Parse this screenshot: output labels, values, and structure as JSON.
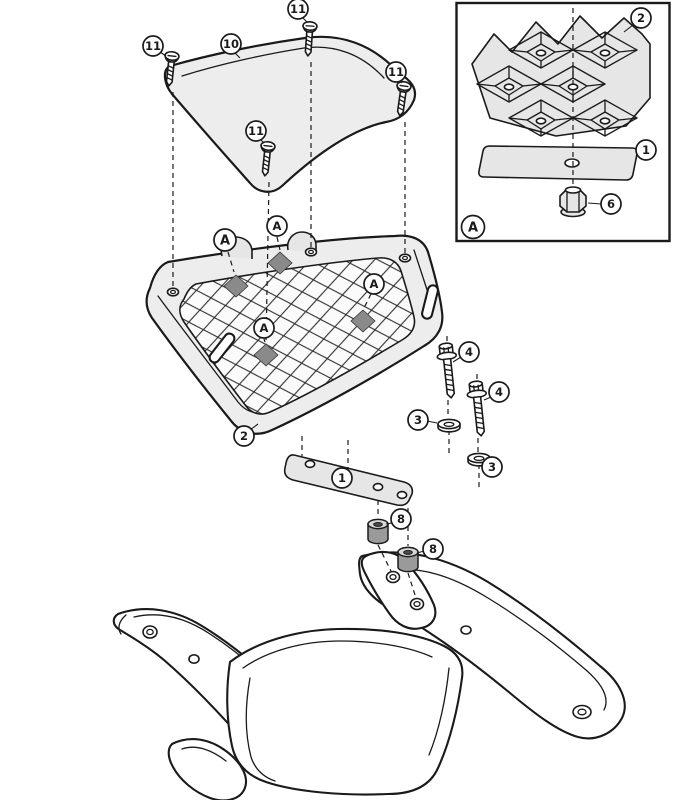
{
  "figure": {
    "kind": "exploded-assembly-diagram",
    "palette": {
      "paper": "#ffffff",
      "line": "#1a1a1a",
      "plate_fill": "#ededed",
      "mesh_fill": "#fbfbfb",
      "pad_fill": "#8a8a8a",
      "metal_light": "#e6e6e6",
      "metal_mid": "#c4c4c4",
      "metal_dark": "#9a9a9a"
    },
    "callouts": {
      "top_plate": "10",
      "screw": "11",
      "base_plate": "2",
      "marker": "A",
      "bolt": "4",
      "washer": "3",
      "bracket": "1",
      "spacer": "8",
      "nut": "6"
    },
    "inset": {
      "detail": "A",
      "mesh_part": "2",
      "plate_part": "1",
      "nut_part": "6"
    }
  }
}
